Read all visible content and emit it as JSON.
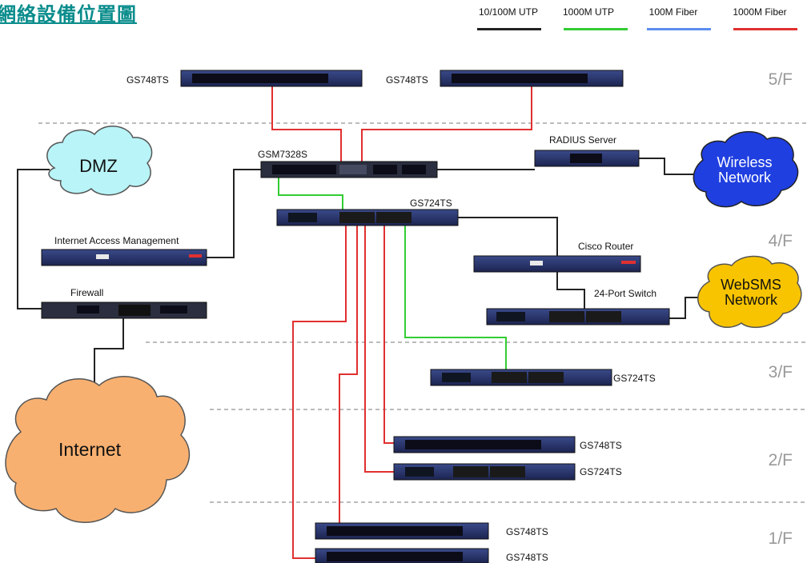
{
  "title": "網絡設備位置圖",
  "legend": [
    {
      "label": "10/100M UTP",
      "color": "#222222"
    },
    {
      "label": "1000M UTP",
      "color": "#33cc33"
    },
    {
      "label": "100M Fiber",
      "color": "#5b8def"
    },
    {
      "label": "1000M Fiber",
      "color": "#e03030"
    }
  ],
  "floors": [
    "5/F",
    "4/F",
    "3/F",
    "2/F",
    "1/F"
  ],
  "clouds": {
    "dmz": "DMZ",
    "wireless": "Wireless\nNetwork",
    "websms": "WebSMS\nNetwork",
    "internet": "Internet"
  },
  "devices": {
    "gs748_5a": "GS748TS",
    "gs748_5b": "GS748TS",
    "gsm7328": "GSM7328S",
    "radius": "RADIUS Server",
    "gs724_4": "GS724TS",
    "iam": "Internet Access Management",
    "firewall": "Firewall",
    "cisco": "Cisco Router",
    "switch24": "24-Port Switch",
    "gs724_3": "GS724TS",
    "gs748_2": "GS748TS",
    "gs724_2": "GS724TS",
    "gs748_1a": "GS748TS",
    "gs748_1b": "GS748TS"
  },
  "colors": {
    "black_link": "#222222",
    "green_link": "#33cc33",
    "red_link": "#e03030",
    "floor_text": "#999999",
    "dmz_cloud": "#b8f4f8",
    "blue_cloud": "#1f3fe0",
    "yellow_cloud": "#f8c400",
    "internet_cloud": "#f8b070"
  }
}
